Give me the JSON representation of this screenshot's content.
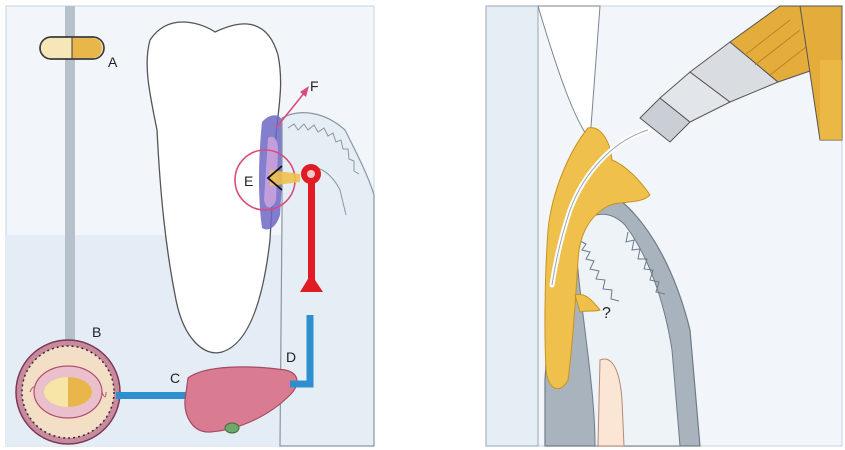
{
  "left_panel": {
    "labels": {
      "a": "A",
      "b": "B",
      "c": "C",
      "d": "D",
      "e": "E",
      "f": "F"
    }
  },
  "right_panel": {
    "labels": {
      "question": "?"
    }
  },
  "colors": {
    "panel_background": "#eef3f8",
    "gingiva_fill": "#e6eef5",
    "pill_yellow": "#e8b64a",
    "systemic_blue": "#2e8fce",
    "circulation_red": "#e01b24",
    "liver_pink": "#d97c92",
    "target_circle": "#d94c7a",
    "drug_yellow": "#f0c04c",
    "syringe_gold": "#e4ad3b"
  },
  "icons": {
    "capsule": "capsule-icon",
    "intestine": "intestine-cross-section-icon",
    "liver": "liver-icon",
    "syringe": "syringe-icon"
  }
}
